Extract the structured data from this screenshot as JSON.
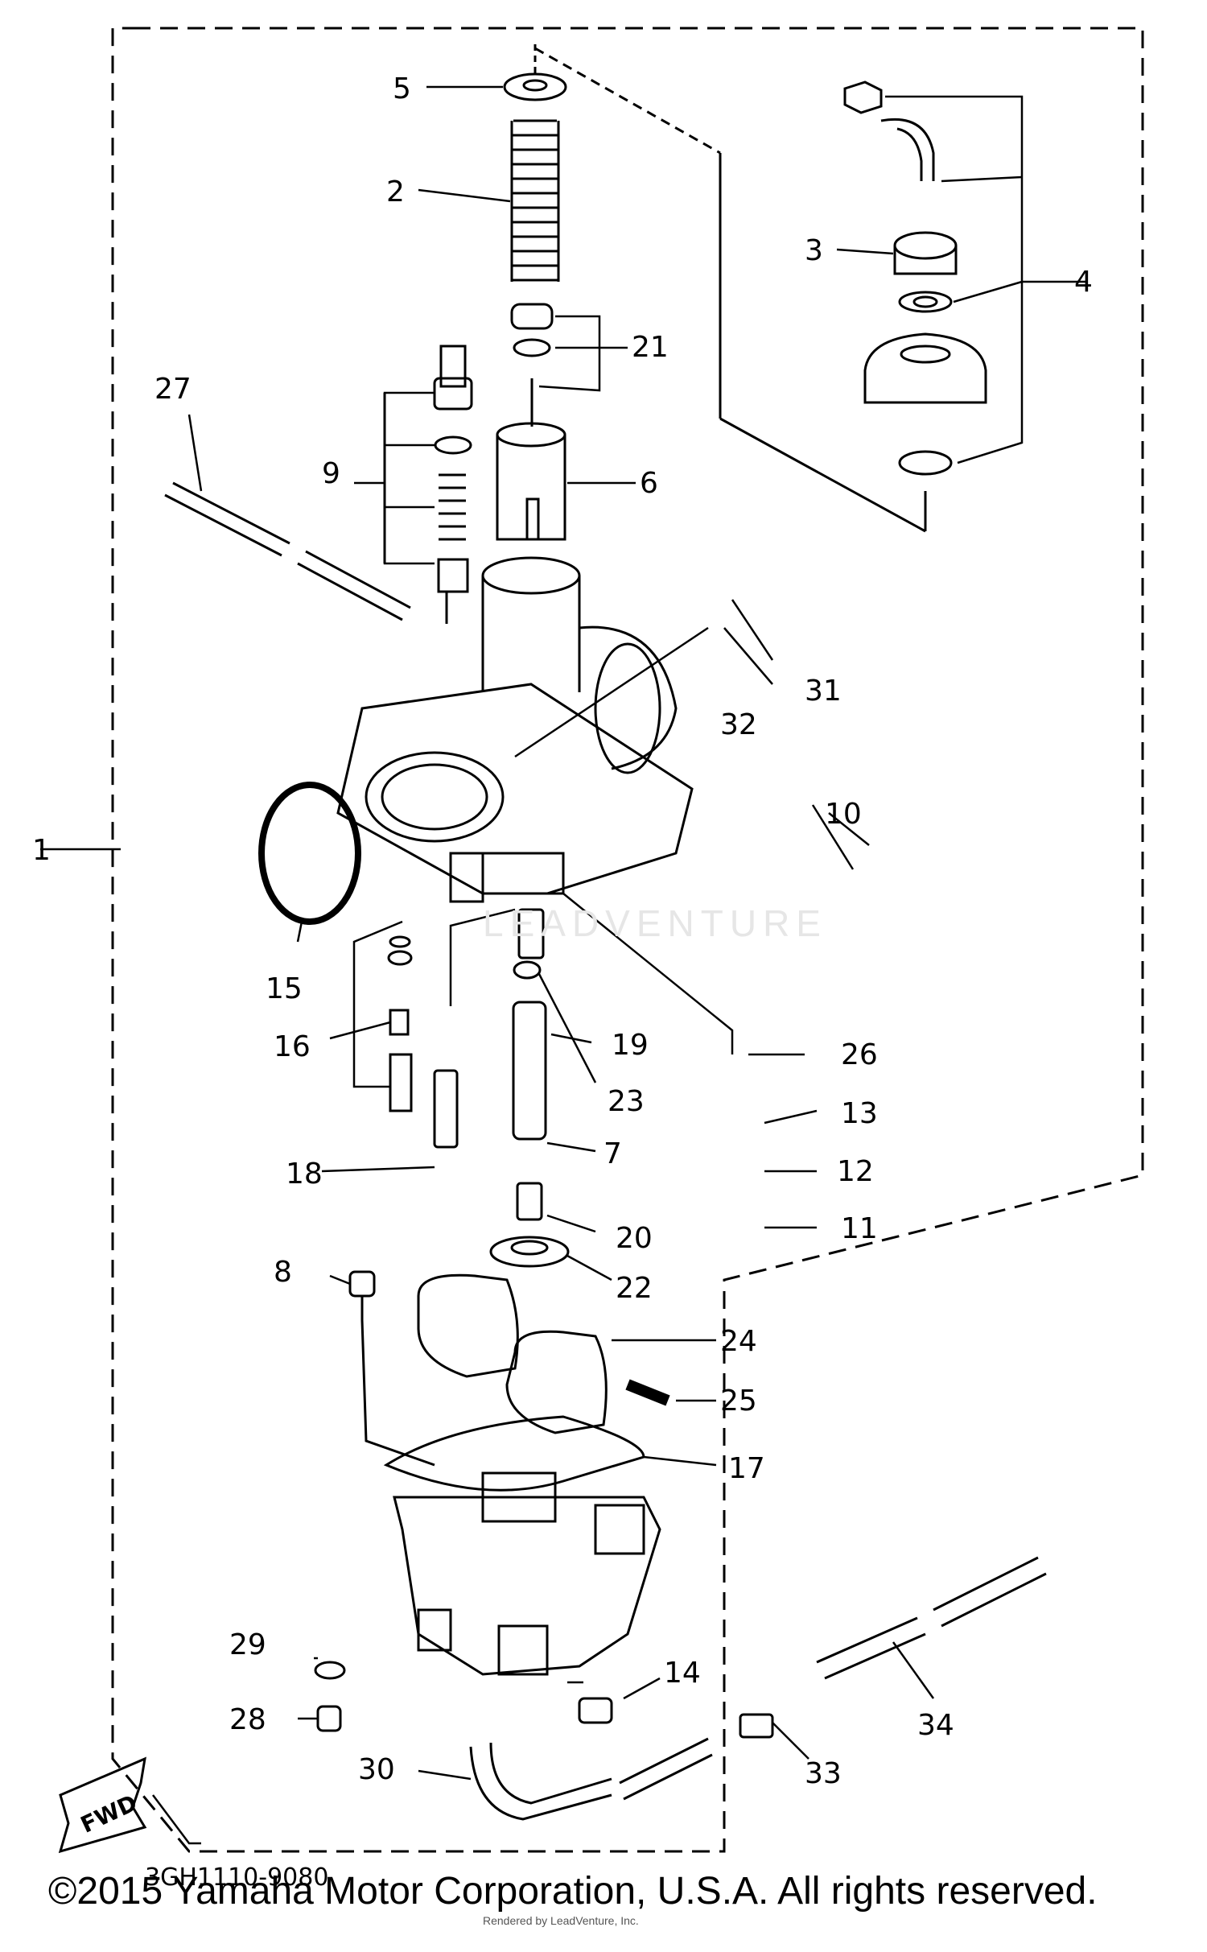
{
  "diagram": {
    "callouts": [
      {
        "id": "1",
        "label": "1"
      },
      {
        "id": "2",
        "label": "2"
      },
      {
        "id": "3",
        "label": "3"
      },
      {
        "id": "4",
        "label": "4"
      },
      {
        "id": "5",
        "label": "5"
      },
      {
        "id": "6",
        "label": "6"
      },
      {
        "id": "7",
        "label": "7"
      },
      {
        "id": "8",
        "label": "8"
      },
      {
        "id": "9",
        "label": "9"
      },
      {
        "id": "10",
        "label": "10"
      },
      {
        "id": "11",
        "label": "11"
      },
      {
        "id": "12",
        "label": "12"
      },
      {
        "id": "13",
        "label": "13"
      },
      {
        "id": "14",
        "label": "14"
      },
      {
        "id": "15",
        "label": "15"
      },
      {
        "id": "16",
        "label": "16"
      },
      {
        "id": "17",
        "label": "17"
      },
      {
        "id": "18",
        "label": "18"
      },
      {
        "id": "19",
        "label": "19"
      },
      {
        "id": "20",
        "label": "20"
      },
      {
        "id": "21",
        "label": "21"
      },
      {
        "id": "22",
        "label": "22"
      },
      {
        "id": "23",
        "label": "23"
      },
      {
        "id": "24",
        "label": "24"
      },
      {
        "id": "25",
        "label": "25"
      },
      {
        "id": "26",
        "label": "26"
      },
      {
        "id": "27",
        "label": "27"
      },
      {
        "id": "28",
        "label": "28"
      },
      {
        "id": "29",
        "label": "29"
      },
      {
        "id": "30",
        "label": "30"
      },
      {
        "id": "31",
        "label": "31"
      },
      {
        "id": "32",
        "label": "32"
      },
      {
        "id": "33",
        "label": "33"
      },
      {
        "id": "34",
        "label": "34"
      }
    ],
    "fwd_label": "FWD",
    "part_code": "3GH1110-9080"
  },
  "footer": {
    "copyright": "©2015 Yamaha Motor Corporation, U.S.A. All rights reserved.",
    "watermark": "LEADVENTURE",
    "renderer": "Rendered by LeadVenture, Inc."
  },
  "colors": {
    "ink": "#000000",
    "paper": "#ffffff",
    "watermark": "#e6e6e6"
  }
}
